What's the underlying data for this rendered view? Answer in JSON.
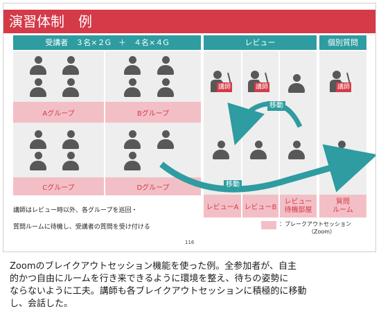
{
  "slide": {
    "title": "演習体制　例",
    "header_participants": "受講者　３名×２G　＋　４名×４G",
    "header_review": "レビュー",
    "header_individual": "個別質問",
    "groups": [
      "Aグループ",
      "Bグループ",
      "Cグループ",
      "Dグループ"
    ],
    "lecturer_tag": "講師",
    "move_label": "移動",
    "review_rooms": [
      {
        "line1": "レビューA",
        "line2": ""
      },
      {
        "line1": "レビューB",
        "line2": ""
      },
      {
        "line1": "レビュー",
        "line2": "待機部屋"
      }
    ],
    "question_room": {
      "line1": "質問",
      "line2": "ルーム"
    },
    "note_line1": "講師はレビュー時以外、各グループを巡回・",
    "note_line2": "質問ルームに待機し、受講者の質問を受け付ける",
    "legend_line1": "：ブレークアウトセッション",
    "legend_line2": "（Zoom）",
    "page_number": "116"
  },
  "caption": {
    "line1": "Zoomのブレイクアウトセッション機能を使った例。全参加者が、自主",
    "line2": "的かつ自由にルームを行き来できるように環境を整え、待ちの姿勢に",
    "line3": "ならないように工夫。講師も各ブレイクアウトセッションに積極的に移動",
    "line4": "し、会話した。"
  },
  "colors": {
    "title_red": "#d43a48",
    "teal": "#2e9ca0",
    "pink": "#f3bfc6",
    "person_gray": "#585858"
  }
}
